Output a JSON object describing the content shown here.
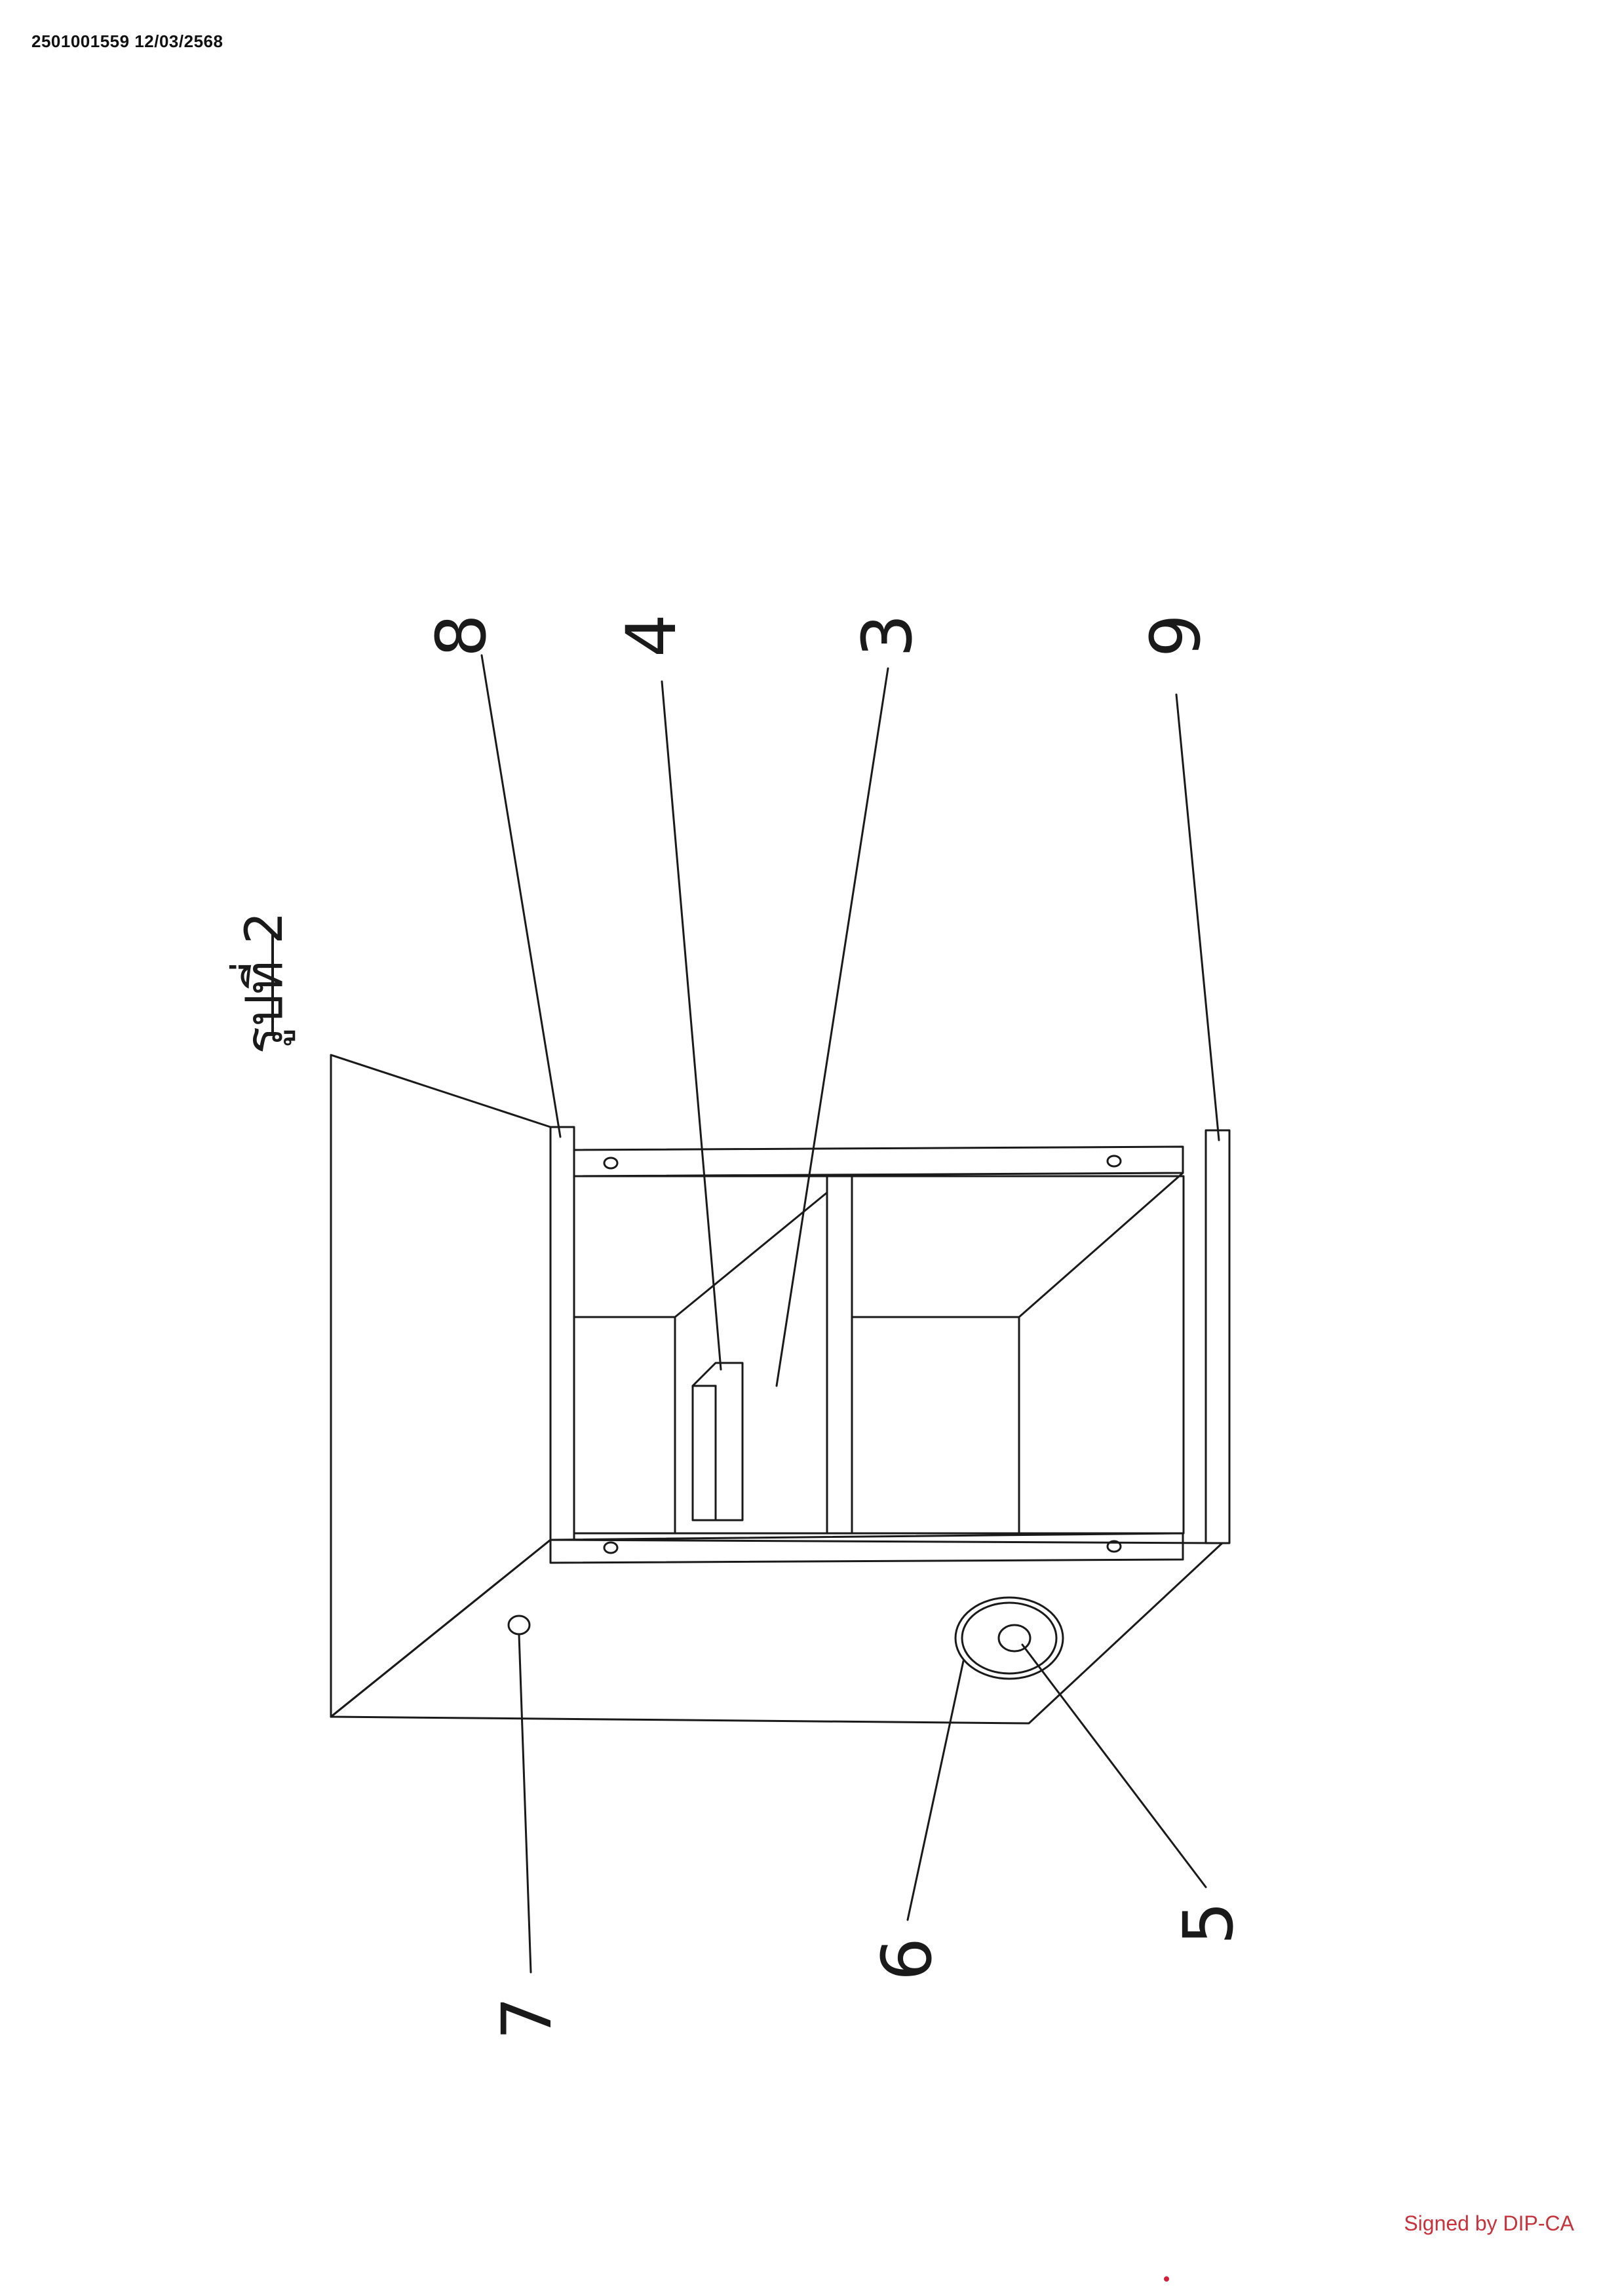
{
  "header": {
    "doc_id": "2501001559 12/03/2568"
  },
  "figure": {
    "title": "รูปที่ 2",
    "labels": {
      "l8": "8",
      "l4": "4",
      "l3": "3",
      "l9": "9",
      "l7": "7",
      "l6": "6",
      "l5": "5"
    }
  },
  "footer": {
    "signature": "Signed by DIP-CA"
  },
  "colors": {
    "line": "#1a1a1a",
    "signature": "#c8323c"
  }
}
